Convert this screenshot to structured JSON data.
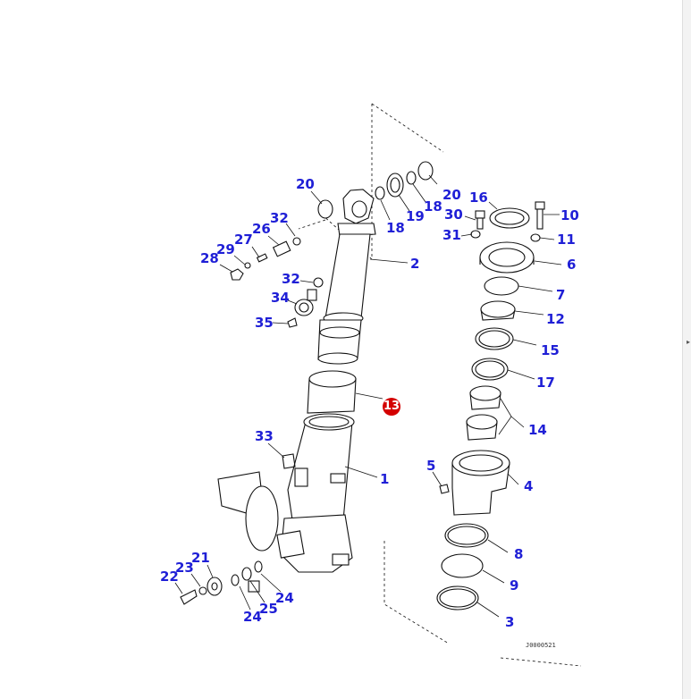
{
  "callouts": [
    {
      "id": "c20a",
      "text": "20"
    },
    {
      "id": "c20b",
      "text": "20"
    },
    {
      "id": "c18a",
      "text": "18"
    },
    {
      "id": "c18b",
      "text": "18"
    },
    {
      "id": "c19",
      "text": "19"
    },
    {
      "id": "c32a",
      "text": "32"
    },
    {
      "id": "c32b",
      "text": "32"
    },
    {
      "id": "c26",
      "text": "26"
    },
    {
      "id": "c27",
      "text": "27"
    },
    {
      "id": "c29",
      "text": "29"
    },
    {
      "id": "c28",
      "text": "28"
    },
    {
      "id": "c34",
      "text": "34"
    },
    {
      "id": "c35",
      "text": "35"
    },
    {
      "id": "c2",
      "text": "2"
    },
    {
      "id": "c16",
      "text": "16"
    },
    {
      "id": "c30",
      "text": "30"
    },
    {
      "id": "c31",
      "text": "31"
    },
    {
      "id": "c10",
      "text": "10"
    },
    {
      "id": "c11",
      "text": "11"
    },
    {
      "id": "c6",
      "text": "6"
    },
    {
      "id": "c7",
      "text": "7"
    },
    {
      "id": "c12",
      "text": "12"
    },
    {
      "id": "c15",
      "text": "15"
    },
    {
      "id": "c17",
      "text": "17"
    },
    {
      "id": "c14",
      "text": "14"
    },
    {
      "id": "c33",
      "text": "33"
    },
    {
      "id": "c1",
      "text": "1"
    },
    {
      "id": "c5",
      "text": "5"
    },
    {
      "id": "c4",
      "text": "4"
    },
    {
      "id": "c8",
      "text": "8"
    },
    {
      "id": "c9",
      "text": "9"
    },
    {
      "id": "c3",
      "text": "3"
    },
    {
      "id": "c21",
      "text": "21"
    },
    {
      "id": "c23",
      "text": "23"
    },
    {
      "id": "c22",
      "text": "22"
    },
    {
      "id": "c24a",
      "text": "24"
    },
    {
      "id": "c24b",
      "text": "24"
    },
    {
      "id": "c25",
      "text": "25"
    }
  ],
  "highlight": {
    "text": "13",
    "color": "#d40000"
  },
  "drawing_code": "J0000521",
  "colors": {
    "callout": "#1f1fd6",
    "line": "#111111",
    "highlight": "#d40000"
  },
  "icons": {
    "scroll_arrow": "chevron-right-icon"
  }
}
